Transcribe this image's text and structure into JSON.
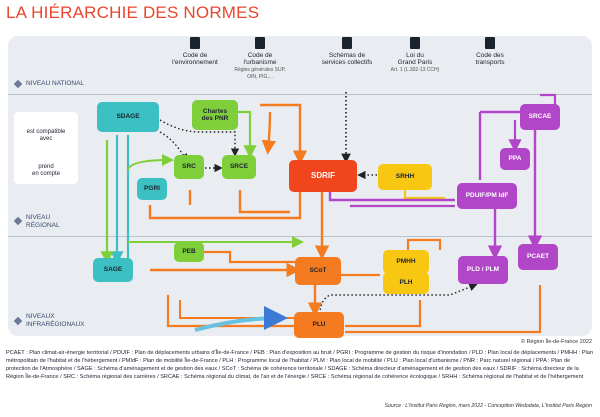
{
  "title": "LA HIÉRARCHIE DES NORMES",
  "levels": {
    "national": "NIVEAU NATIONAL",
    "regional_1": "NIVEAU",
    "regional_2": "RÉGIONAL",
    "infra_1": "NIVEAUX",
    "infra_2": "INFRARÉGIONAUX"
  },
  "legend": {
    "compatible_1": "est compatible",
    "compatible_2": "avec",
    "prend_1": "prend",
    "prend_2": "en compte"
  },
  "documents": {
    "env_1": "Code de",
    "env_2": "l'environnement",
    "urb_1": "Code de",
    "urb_2": "l'urbanisme",
    "urb_sub": "Règles générales SUP, OIN, PIG,...",
    "scs_1": "Schémas de",
    "scs_2": "services collectifs",
    "loi_1": "Loi du",
    "loi_2": "Grand Paris",
    "loi_sub": "Art. 1 (L.302-13 CCH)",
    "tra_1": "Code des",
    "tra_2": "transports"
  },
  "boxes": {
    "sdage": "SDAGE",
    "chartes_1": "Chartes",
    "chartes_2": "des PNR",
    "src": "SRC",
    "srce": "SRCE",
    "pgri": "PGRI",
    "sdrif": "SDRIF",
    "srhh": "SRHH",
    "srcae": "SRCAE",
    "ppa": "PPA",
    "pduif": "PDUIF/PM IdF",
    "peb": "PEB",
    "sage": "SAGE",
    "scot": "SCoT",
    "pmhh": "PMHH",
    "plh": "PLH",
    "pld": "PLD / PLM",
    "pcaet": "PCAET",
    "plu": "PLU"
  },
  "copyright": "© Région Île-de-France 2022",
  "footnote": "PCAET : Plan climat-air-énergie territorial / PDUIF : Plan de déplacements urbains d'Île-de-France / PEB : Plan d'exposition au bruit / PGRI : Programme de gestion du risque d'inondation / PLD : Plan local de déplacements / PMHH : Plan métropolitain de l'habitat et de l'hébergement / PMIdF : Plan de mobilité Île-de-France / PLH : Programme local de l'habitat / PLM : Plan local de mobilité / PLU : Plan local d'urbanisme / PNR : Parc naturel régional / PPA : Plan de protection de l'Atmosphère / SAGE : Schéma d'aménagement et de gestion des eaux / SCoT : Schéma de cohérence territoriale / SDAGE : Schéma directeur d'aménagement et de gestion des eaux / SDRIF : Schéma directeur de la Région Île-de-France / SRC : Schéma régional des carrières / SRCAE : Schéma régional du climat, de l'air et de l'énergie / SRCE : Schéma régional de cohérence écologique / SRHH : Schéma régional de l'habitat et de l'hébergement",
  "source": "Source : L'Institut Paris Region, mars 2022 - Conception Wedodata, L'Institut Paris Region",
  "colors": {
    "title": "#e8462e",
    "teal": "#3cc0c3",
    "green": "#7fcf3a",
    "orange": "#f47b20",
    "red": "#f0451d",
    "yellow": "#f8c712",
    "purple": "#b246c8",
    "blue": "#3b7bd6",
    "navy": "#3b4a6b"
  }
}
